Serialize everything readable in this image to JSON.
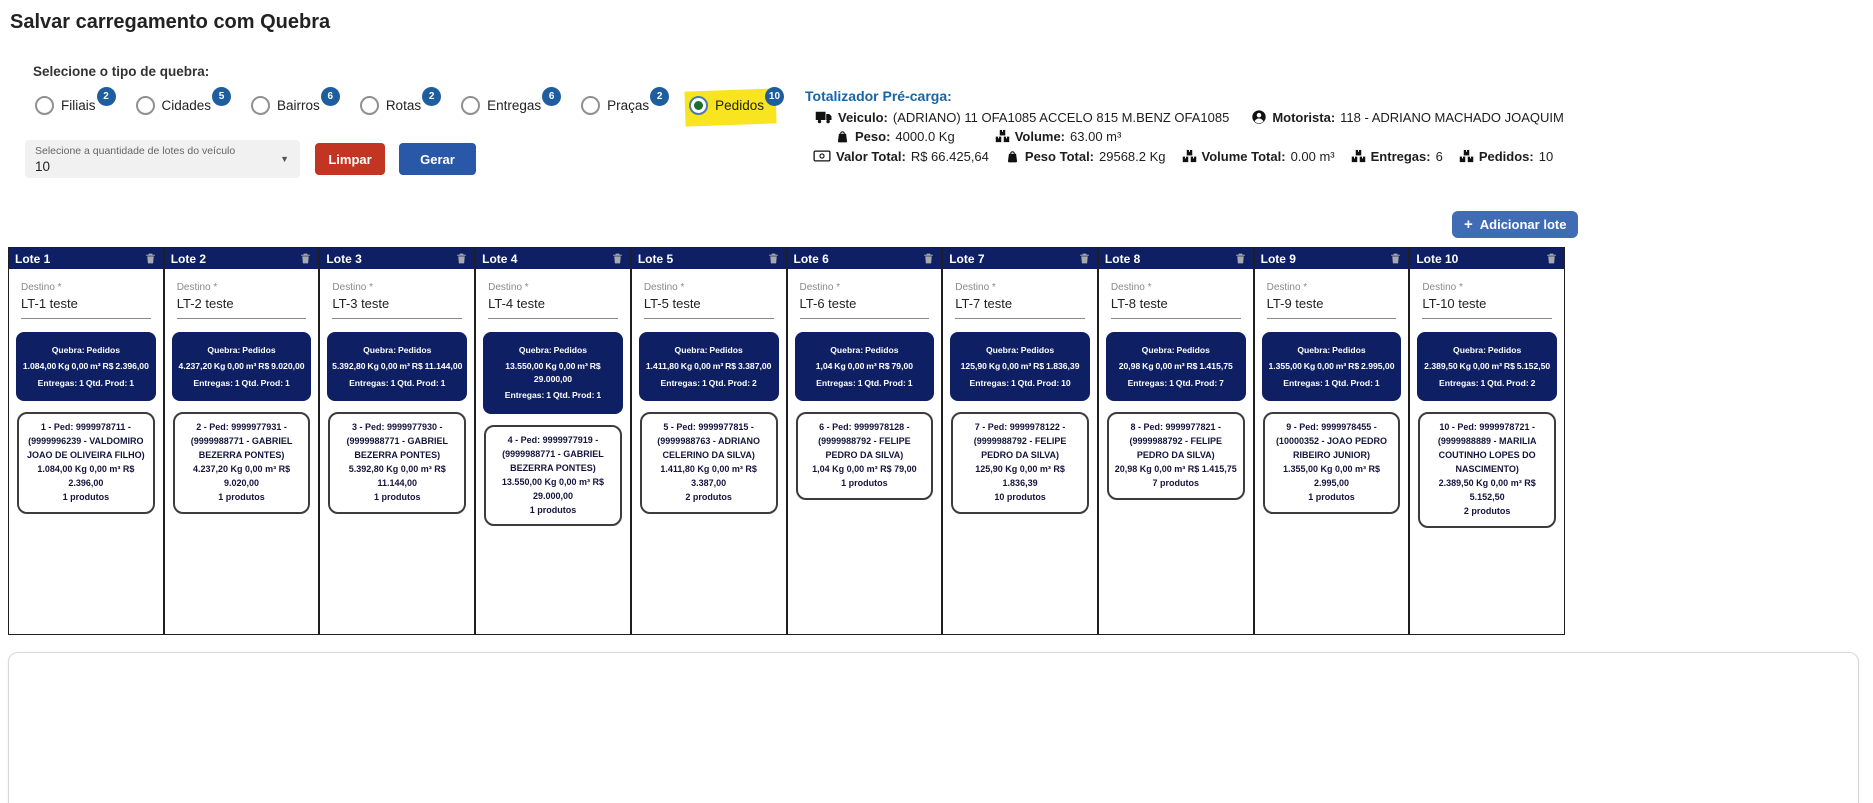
{
  "page": {
    "title": "Salvar carregamento com Quebra"
  },
  "quebra_section": {
    "label": "Selecione o tipo de quebra:"
  },
  "quebra_options": [
    {
      "label": "Filiais",
      "count": "2",
      "selected": false
    },
    {
      "label": "Cidades",
      "count": "5",
      "selected": false
    },
    {
      "label": "Bairros",
      "count": "6",
      "selected": false
    },
    {
      "label": "Rotas",
      "count": "2",
      "selected": false
    },
    {
      "label": "Entregas",
      "count": "6",
      "selected": false
    },
    {
      "label": "Praças",
      "count": "2",
      "selected": false
    },
    {
      "label": "Pedidos",
      "count": "10",
      "selected": true
    }
  ],
  "lot_select": {
    "label": "Selecione a quantidade de lotes do veículo",
    "value": "10"
  },
  "actions": {
    "limpar": "Limpar",
    "gerar": "Gerar",
    "adicionar_plus": "+",
    "adicionar_label": "Adicionar lote"
  },
  "totalizador": {
    "title": "Totalizador Pré-carga:",
    "line1": [
      {
        "icon": "truck",
        "label": "Veiculo:",
        "value": "(ADRIANO) 11 OFA1085 ACCELO 815 M.BENZ OFA1085"
      },
      {
        "icon": "driver",
        "label": "Motorista:",
        "value": "118 - ADRIANO MACHADO JOAQUIM"
      }
    ],
    "line2": [
      {
        "icon": "weight",
        "label": "Peso:",
        "value": "4000.0 Kg"
      },
      {
        "icon": "boxes",
        "label": "Volume:",
        "value": "63.00 m³"
      }
    ],
    "line3": [
      {
        "icon": "money",
        "label": "Valor Total:",
        "value": "R$ 66.425,64"
      },
      {
        "icon": "weight",
        "label": "Peso Total:",
        "value": "29568.2 Kg"
      },
      {
        "icon": "boxes",
        "label": "Volume Total:",
        "value": "0.00 m³"
      },
      {
        "icon": "boxes",
        "label": "Entregas:",
        "value": "6"
      },
      {
        "icon": "boxes",
        "label": "Pedidos:",
        "value": "10"
      }
    ]
  },
  "colors": {
    "navy": "#0e2063",
    "badge_blue": "#1e5d9e",
    "red_button": "#c23522",
    "blue_button": "#2a58a8",
    "add_lote_blue": "#3f6cb5",
    "totalizador_title_blue": "#1565a8",
    "highlight_yellow": "#f8e41f",
    "radio_selected_green": "#1c6e2e"
  },
  "lotes": [
    {
      "title": "Lote 1",
      "destino_label": "Destino *",
      "destino": "LT-1 teste",
      "quebra_title": "Quebra: Pedidos",
      "quebra_metrics": "1.084,00 Kg  0,00 m³  R$ 2.396,00",
      "quebra_counts": "Entregas: 1  Qtd. Prod: 1",
      "order_head": "1 - Ped: 9999978711 - (9999996239 - VALDOMIRO JOAO DE OLIVEIRA FILHO)",
      "order_metrics": "1.084,00 Kg  0,00 m³  R$ 2.396,00",
      "order_products": "1 produtos"
    },
    {
      "title": "Lote 2",
      "destino_label": "Destino *",
      "destino": "LT-2 teste",
      "quebra_title": "Quebra: Pedidos",
      "quebra_metrics": "4.237,20 Kg  0,00 m³  R$ 9.020,00",
      "quebra_counts": "Entregas: 1  Qtd. Prod: 1",
      "order_head": "2 - Ped: 9999977931 - (9999988771 - GABRIEL BEZERRA PONTES)",
      "order_metrics": "4.237,20 Kg  0,00 m³  R$ 9.020,00",
      "order_products": "1 produtos"
    },
    {
      "title": "Lote 3",
      "destino_label": "Destino *",
      "destino": "LT-3 teste",
      "quebra_title": "Quebra: Pedidos",
      "quebra_metrics": "5.392,80 Kg  0,00 m³  R$ 11.144,00",
      "quebra_counts": "Entregas: 1  Qtd. Prod: 1",
      "order_head": "3 - Ped: 9999977930 - (9999988771 - GABRIEL BEZERRA PONTES)",
      "order_metrics": "5.392,80 Kg  0,00 m³  R$ 11.144,00",
      "order_products": "1 produtos"
    },
    {
      "title": "Lote 4",
      "destino_label": "Destino *",
      "destino": "LT-4 teste",
      "quebra_title": "Quebra: Pedidos",
      "quebra_metrics": "13.550,00 Kg  0,00 m³  R$ 29.000,00",
      "quebra_counts": "Entregas: 1  Qtd. Prod: 1",
      "order_head": "4 - Ped: 9999977919 - (9999988771 - GABRIEL BEZERRA PONTES)",
      "order_metrics": "13.550,00 Kg  0,00 m³  R$ 29.000,00",
      "order_products": "1 produtos"
    },
    {
      "title": "Lote 5",
      "destino_label": "Destino *",
      "destino": "LT-5 teste",
      "quebra_title": "Quebra: Pedidos",
      "quebra_metrics": "1.411,80 Kg  0,00 m³  R$ 3.387,00",
      "quebra_counts": "Entregas: 1  Qtd. Prod: 2",
      "order_head": "5 - Ped: 9999977815 - (9999988763 - ADRIANO CELERINO DA SILVA)",
      "order_metrics": "1.411,80 Kg  0,00 m³  R$ 3.387,00",
      "order_products": "2 produtos"
    },
    {
      "title": "Lote 6",
      "destino_label": "Destino *",
      "destino": "LT-6 teste",
      "quebra_title": "Quebra: Pedidos",
      "quebra_metrics": "1,04 Kg  0,00 m³  R$ 79,00",
      "quebra_counts": "Entregas: 1  Qtd. Prod: 1",
      "order_head": "6 - Ped: 9999978128 - (9999988792 - FELIPE PEDRO DA SILVA)",
      "order_metrics": "1,04 Kg  0,00 m³  R$ 79,00",
      "order_products": "1 produtos"
    },
    {
      "title": "Lote 7",
      "destino_label": "Destino *",
      "destino": "LT-7 teste",
      "quebra_title": "Quebra: Pedidos",
      "quebra_metrics": "125,90 Kg  0,00 m³  R$ 1.836,39",
      "quebra_counts": "Entregas: 1  Qtd. Prod: 10",
      "order_head": "7 - Ped: 9999978122 - (9999988792 - FELIPE PEDRO DA SILVA)",
      "order_metrics": "125,90 Kg  0,00 m³  R$ 1.836,39",
      "order_products": "10 produtos"
    },
    {
      "title": "Lote 8",
      "destino_label": "Destino *",
      "destino": "LT-8 teste",
      "quebra_title": "Quebra: Pedidos",
      "quebra_metrics": "20,98 Kg  0,00 m³  R$ 1.415,75",
      "quebra_counts": "Entregas: 1  Qtd. Prod: 7",
      "order_head": "8 - Ped: 9999977821 - (9999988792 - FELIPE PEDRO DA SILVA)",
      "order_metrics": "20,98 Kg  0,00 m³  R$ 1.415,75",
      "order_products": "7 produtos"
    },
    {
      "title": "Lote 9",
      "destino_label": "Destino *",
      "destino": "LT-9 teste",
      "quebra_title": "Quebra: Pedidos",
      "quebra_metrics": "1.355,00 Kg  0,00 m³  R$ 2.995,00",
      "quebra_counts": "Entregas: 1  Qtd. Prod: 1",
      "order_head": "9 - Ped: 9999978455 - (10000352 - JOAO PEDRO RIBEIRO JUNIOR)",
      "order_metrics": "1.355,00 Kg  0,00 m³  R$ 2.995,00",
      "order_products": "1 produtos"
    },
    {
      "title": "Lote 10",
      "destino_label": "Destino *",
      "destino": "LT-10 teste",
      "quebra_title": "Quebra: Pedidos",
      "quebra_metrics": "2.389,50 Kg  0,00 m³  R$ 5.152,50",
      "quebra_counts": "Entregas: 1  Qtd. Prod: 2",
      "order_head": "10 - Ped: 9999978721 - (9999988889 - MARILIA COUTINHO LOPES DO NASCIMENTO)",
      "order_metrics": "2.389,50 Kg  0,00 m³  R$ 5.152,50",
      "order_products": "2 produtos"
    }
  ]
}
